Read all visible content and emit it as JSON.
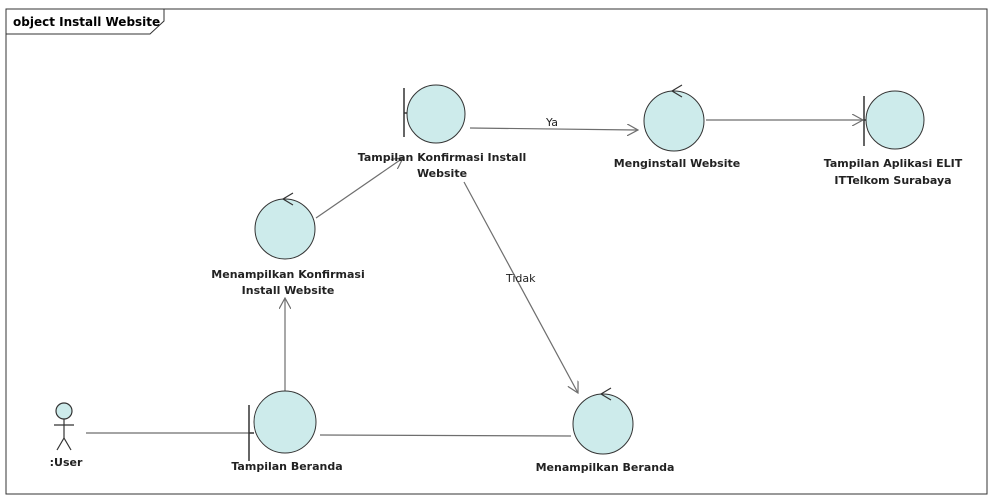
{
  "frame": {
    "title": "object Install Website"
  },
  "colors": {
    "node_fill": "#cdebeb",
    "node_stroke": "#333333",
    "line": "#6e6e6e"
  },
  "actor": {
    "label": ":User"
  },
  "nodes": {
    "tampilan_beranda": {
      "kind": "boundary",
      "label_lines": [
        "Tampilan Beranda"
      ]
    },
    "menampilkan_konfirmasi": {
      "kind": "control",
      "label_lines": [
        "Menampilkan Konfirmasi",
        "Install Website"
      ]
    },
    "tampilan_konfirmasi": {
      "kind": "boundary",
      "label_lines": [
        "Tampilan Konfirmasi Install",
        "Website"
      ]
    },
    "menginstall_website": {
      "kind": "control",
      "label_lines": [
        "Menginstall Website"
      ]
    },
    "tampilan_aplikasi": {
      "kind": "boundary",
      "label_lines": [
        "Tampilan Aplikasi ELIT",
        "ITTelkom Surabaya"
      ]
    },
    "menampilkan_beranda": {
      "kind": "control",
      "label_lines": [
        "Menampilkan Beranda"
      ]
    }
  },
  "edges": {
    "ya": {
      "label": "Ya"
    },
    "tidak": {
      "label": "Tidak"
    }
  }
}
